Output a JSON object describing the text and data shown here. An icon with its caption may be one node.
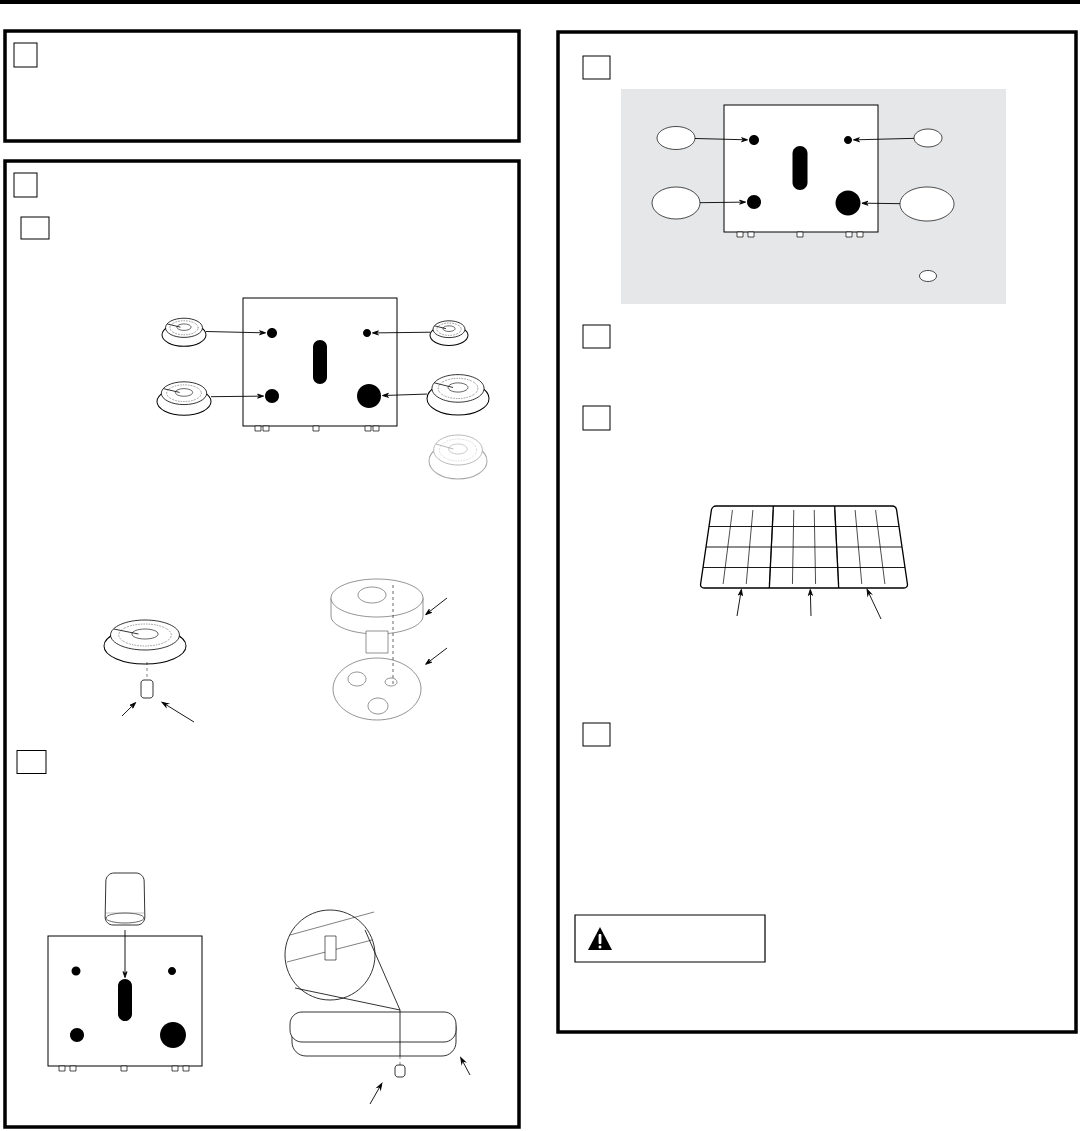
{
  "diagram": {
    "nodes": [
      {
        "text": [],
        "shape": "box"
      },
      {
        "text": [],
        "shape": "box",
        "in": 0
      },
      {
        "text": [],
        "shape": "box"
      },
      {
        "text": [],
        "shape": "box",
        "in": 2
      },
      {
        "text": [],
        "shape": "box",
        "in": 2
      },
      {
        "text": [],
        "shape": "box",
        "in": 2
      },
      {
        "text": [],
        "shape": "circle",
        "in": 5
      },
      {
        "text": [],
        "shape": "circle",
        "in": 5
      },
      {
        "text": [],
        "shape": "circle",
        "in": 5
      },
      {
        "text": [],
        "shape": "circle",
        "in": 5
      },
      {
        "text": [],
        "shape": "picture",
        "in": 2
      },
      {
        "text": [],
        "shape": "picture",
        "in": 2
      },
      {
        "text": [],
        "shape": "picture",
        "in": 2
      },
      {
        "text": [],
        "shape": "picture",
        "in": 2
      },
      {
        "text": [],
        "shape": "picture",
        "in": 2
      },
      {
        "text": [],
        "shape": "picture",
        "in": 2
      },
      {
        "text": [],
        "shape": "picture",
        "in": 2
      },
      {
        "text": [],
        "shape": "box",
        "in": 2
      },
      {
        "text": [],
        "shape": "picture",
        "in": 2
      },
      {
        "text": [],
        "shape": "box",
        "in": 2
      },
      {
        "text": [],
        "shape": "box",
        "in": 19
      },
      {
        "text": [],
        "shape": "picture",
        "in": 2
      },
      {
        "text": [],
        "shape": "box"
      },
      {
        "text": [],
        "shape": "box",
        "in": 22
      },
      {
        "text": [],
        "shape": "box",
        "in": 22
      },
      {
        "text": [],
        "shape": "box",
        "in": 24
      },
      {
        "text": [],
        "shape": "circle",
        "in": 25
      },
      {
        "text": [],
        "shape": "circle",
        "in": 25
      },
      {
        "text": [],
        "shape": "circle",
        "in": 25
      },
      {
        "text": [],
        "shape": "circle",
        "in": 25
      },
      {
        "text": [],
        "shape": "circle",
        "in": 24
      },
      {
        "text": [],
        "shape": "circle",
        "in": 24
      },
      {
        "text": [],
        "shape": "circle",
        "in": 24
      },
      {
        "text": [],
        "shape": "circle",
        "in": 24
      },
      {
        "text": [],
        "shape": "circle",
        "in": 24
      },
      {
        "text": [],
        "shape": "box",
        "in": 22
      },
      {
        "text": [],
        "shape": "box",
        "in": 22
      },
      {
        "text": [],
        "shape": "picture",
        "in": 22
      },
      {
        "text": [],
        "shape": "box",
        "in": 22
      },
      {
        "text": [],
        "shape": "box",
        "in": 22
      }
    ],
    "edges": [
      {
        "from": 10,
        "to": 6,
        "arrow": "to"
      },
      {
        "from": 11,
        "to": 7,
        "arrow": "to"
      },
      {
        "from": 12,
        "to": 8,
        "arrow": "to"
      },
      {
        "from": 13,
        "to": 9,
        "arrow": "to"
      },
      {
        "from": null,
        "to": 15,
        "arrow": "to"
      },
      {
        "from": null,
        "to": 15,
        "arrow": "to"
      },
      {
        "from": null,
        "to": 16,
        "arrow": "to"
      },
      {
        "from": null,
        "to": 16,
        "arrow": "to"
      },
      {
        "from": 18,
        "to": 20,
        "arrow": "to"
      },
      {
        "from": null,
        "to": 21,
        "arrow": "to"
      },
      {
        "from": null,
        "to": 21,
        "arrow": "to"
      },
      {
        "from": 30,
        "to": 26,
        "arrow": "to"
      },
      {
        "from": 31,
        "to": 27,
        "arrow": "to"
      },
      {
        "from": 32,
        "to": 28,
        "arrow": "to"
      },
      {
        "from": 33,
        "to": 29,
        "arrow": "to"
      },
      {
        "from": null,
        "to": 37,
        "arrow": "to"
      },
      {
        "from": null,
        "to": 37,
        "arrow": "to"
      },
      {
        "from": null,
        "to": 37,
        "arrow": "to"
      }
    ]
  }
}
